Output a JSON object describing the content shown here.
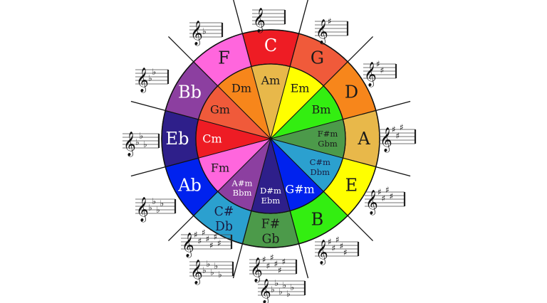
{
  "segments": [
    {
      "major": [
        "C"
      ],
      "minor": [
        "Am"
      ],
      "major_color": "#ee1c24",
      "minor_color": "#e8b84a",
      "major_text": "#ffffff",
      "minor_text": "#1a1a1a",
      "key_signature": {
        "type": "sharp",
        "count": 0
      }
    },
    {
      "major": [
        "G"
      ],
      "minor": [
        "Em"
      ],
      "major_color": "#f05a3a",
      "minor_color": "#ffff00",
      "major_text": "#1a1a1a",
      "minor_text": "#1a1a1a",
      "key_signature": {
        "type": "sharp",
        "count": 1
      }
    },
    {
      "major": [
        "D"
      ],
      "minor": [
        "Bm"
      ],
      "major_color": "#f7861b",
      "minor_color": "#33ee11",
      "major_text": "#1a1a1a",
      "minor_text": "#1a1a1a",
      "key_signature": {
        "type": "sharp",
        "count": 2
      }
    },
    {
      "major": [
        "A"
      ],
      "minor": [
        "F#m",
        "Gbm"
      ],
      "major_color": "#e8b84a",
      "minor_color": "#4c9a4a",
      "major_text": "#1a1a1a",
      "minor_text": "#1a1a1a",
      "key_signature": {
        "type": "sharp",
        "count": 3
      }
    },
    {
      "major": [
        "E"
      ],
      "minor": [
        "C#m",
        "Dbm"
      ],
      "major_color": "#ffff00",
      "minor_color": "#2ba0cf",
      "major_text": "#1a1a1a",
      "minor_text": "#1a1a40",
      "key_signature": {
        "type": "sharp",
        "count": 4
      }
    },
    {
      "major": [
        "B"
      ],
      "minor": [
        "G#m"
      ],
      "major_color": "#33ee11",
      "minor_color": "#0022ee",
      "major_text": "#1a1a1a",
      "minor_text": "#ffffff",
      "key_signature": {
        "type": "sharp",
        "count": 5
      }
    },
    {
      "major": [
        "F#",
        "Gb"
      ],
      "minor": [
        "D#m",
        "Ebm"
      ],
      "major_color": "#4c9a4a",
      "minor_color": "#2e1f8a",
      "major_text": "#1a1a1a",
      "minor_text": "#ffffff",
      "key_signature": [
        {
          "type": "sharp",
          "count": 6
        },
        {
          "type": "flat",
          "count": 6
        }
      ]
    },
    {
      "major": [
        "C#",
        "Db"
      ],
      "minor": [
        "A#m",
        "Bbm"
      ],
      "major_color": "#2ba0cf",
      "minor_color": "#8c3fa0",
      "major_text": "#1a1a40",
      "minor_text": "#ffffff",
      "key_signature": [
        {
          "type": "sharp",
          "count": 7
        },
        {
          "type": "flat",
          "count": 5
        }
      ]
    },
    {
      "major": [
        "Ab"
      ],
      "minor": [
        "Fm"
      ],
      "major_color": "#0022ee",
      "minor_color": "#ff66dd",
      "major_text": "#ffffff",
      "minor_text": "#1a1a1a",
      "key_signature": {
        "type": "flat",
        "count": 4
      }
    },
    {
      "major": [
        "Eb"
      ],
      "minor": [
        "Cm"
      ],
      "major_color": "#2e1f8a",
      "minor_color": "#ee1c24",
      "major_text": "#ffffff",
      "minor_text": "#ffffff",
      "key_signature": {
        "type": "flat",
        "count": 3
      }
    },
    {
      "major": [
        "Bb"
      ],
      "minor": [
        "Gm"
      ],
      "major_color": "#8c3fa0",
      "minor_color": "#f05a3a",
      "major_text": "#ffffff",
      "minor_text": "#1a1a1a",
      "key_signature": {
        "type": "flat",
        "count": 2
      }
    },
    {
      "major": [
        "F"
      ],
      "minor": [
        "Dm"
      ],
      "major_color": "#ff66dd",
      "minor_color": "#f7861b",
      "major_text": "#1a1a1a",
      "minor_text": "#1a1a1a",
      "key_signature": {
        "type": "flat",
        "count": 1
      }
    }
  ],
  "icons": {
    "clef": "treble-clef-icon",
    "sharp": "sharp-icon",
    "flat": "flat-icon"
  }
}
